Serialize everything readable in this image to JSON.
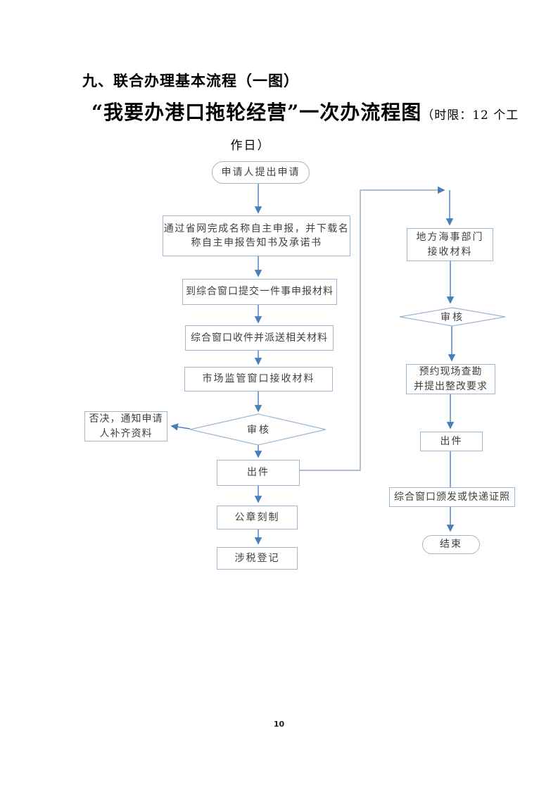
{
  "colors": {
    "line": "#4a7ebb",
    "elbow": "#93a9bf",
    "border": "#9db8cf",
    "text": "#3f3f3f"
  },
  "page": {
    "heading": "九、联合办理基本流程（一图）",
    "title_main": "“我要办港口拖轮经营”一次办流程图",
    "title_suffix": "（时限：12 个工",
    "title_line2": "作日）",
    "page_number": "10"
  },
  "flowchart": {
    "nodes": {
      "start": {
        "label": "申请人提出申请",
        "shape": "oval"
      },
      "declare": {
        "label": "通过省网完成名称自主申报，并下载名\n称自主申报告知书及承诺书",
        "shape": "rect"
      },
      "submit": {
        "label": "到综合窗口提交一件事申报材料",
        "shape": "rect"
      },
      "receive_dispatch": {
        "label": "综合窗口收件并派送相关材料",
        "shape": "rect"
      },
      "market_receive": {
        "label": "市场监管窗口接收材料",
        "shape": "rect"
      },
      "review_left": {
        "label": "审核",
        "shape": "diamond"
      },
      "reject": {
        "label": "否决，通知申请\n人补齐资料",
        "shape": "rect"
      },
      "issue_left": {
        "label": "出件",
        "shape": "rect"
      },
      "seal": {
        "label": "公章刻制",
        "shape": "rect"
      },
      "tax": {
        "label": "涉税登记",
        "shape": "rect"
      },
      "maritime_receive": {
        "label": "地方海事部门\n接收材料",
        "shape": "rect"
      },
      "review_right": {
        "label": "审核",
        "shape": "diamond"
      },
      "survey": {
        "label": "预约现场查勘\n并提出整改要求",
        "shape": "rect"
      },
      "issue_right": {
        "label": "出件",
        "shape": "rect"
      },
      "deliver": {
        "label": "综合窗口颁发或快递证照",
        "shape": "rect"
      },
      "end": {
        "label": "结束",
        "shape": "oval"
      }
    }
  }
}
